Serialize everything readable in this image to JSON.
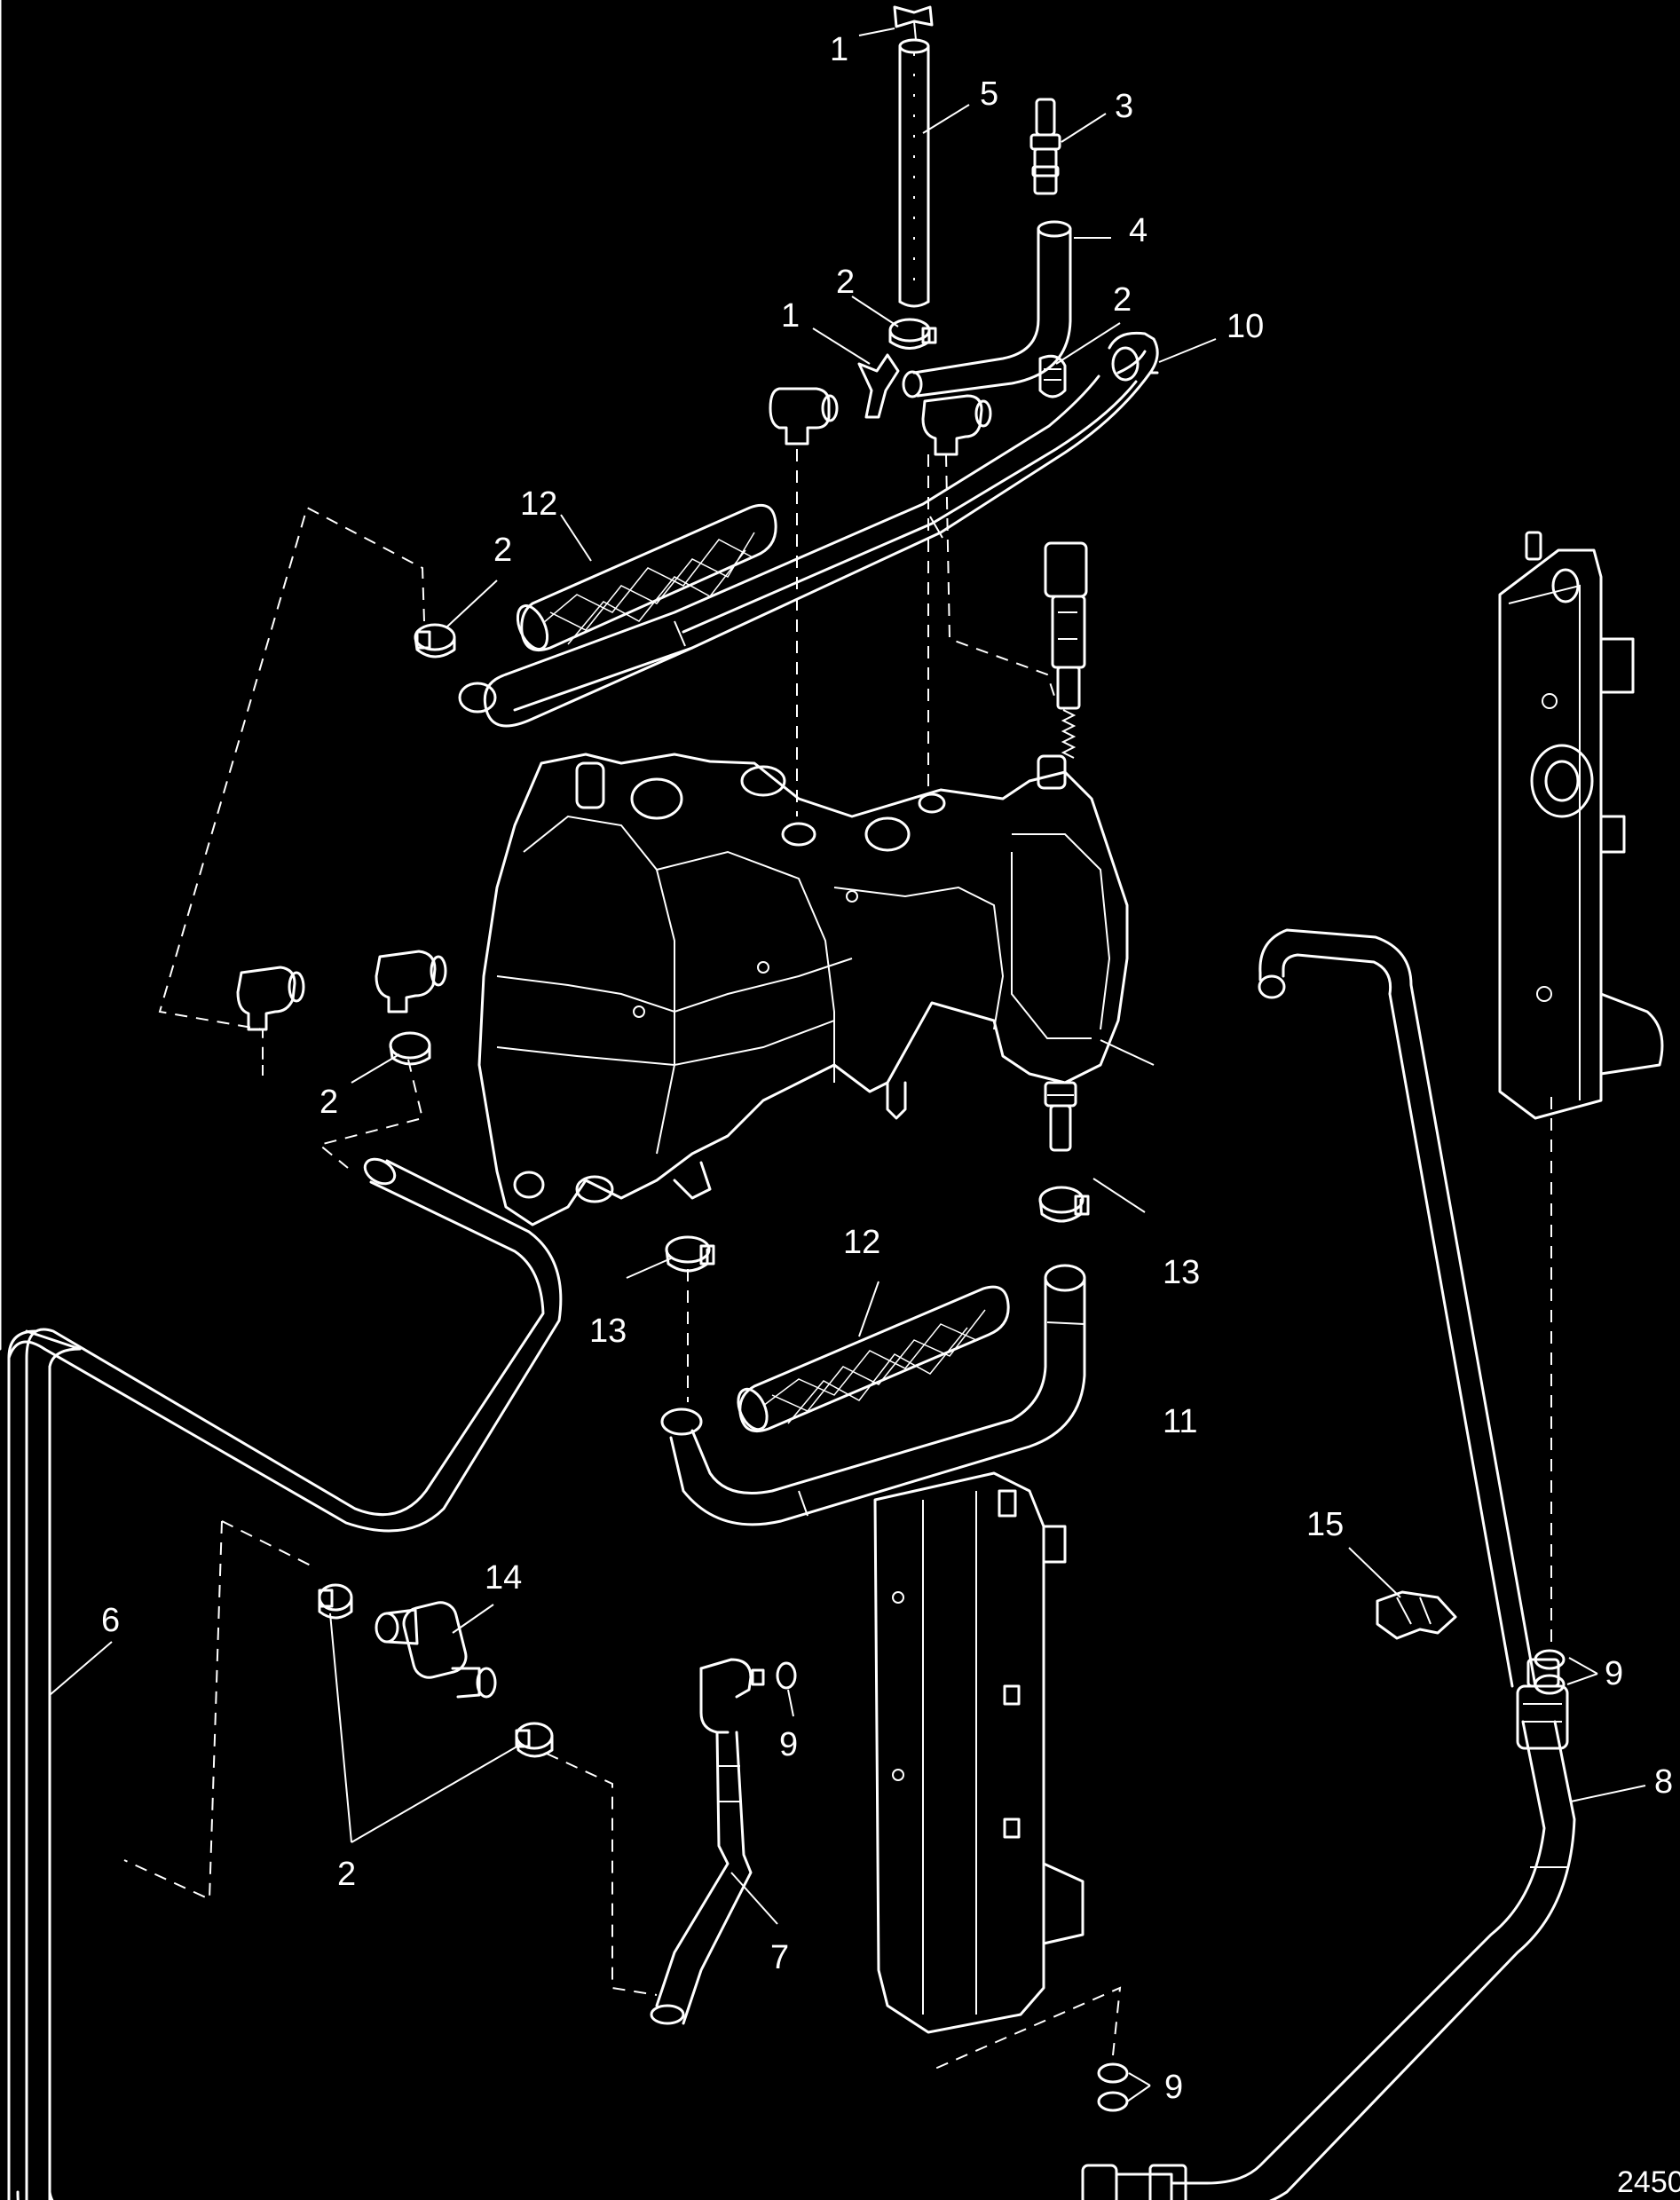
{
  "figure": {
    "number": "2450",
    "background": "#000000",
    "ink": "#ffffff"
  },
  "callouts": [
    {
      "id": "c1a",
      "label": "1"
    },
    {
      "id": "c5",
      "label": "5"
    },
    {
      "id": "c3",
      "label": "3"
    },
    {
      "id": "c4",
      "label": "4"
    },
    {
      "id": "c2a",
      "label": "2"
    },
    {
      "id": "c1b",
      "label": "1"
    },
    {
      "id": "c2b",
      "label": "2"
    },
    {
      "id": "c10",
      "label": "10"
    },
    {
      "id": "c12a",
      "label": "12"
    },
    {
      "id": "c2c",
      "label": "2"
    },
    {
      "id": "c2d",
      "label": "2"
    },
    {
      "id": "c13a",
      "label": "13"
    },
    {
      "id": "c12b",
      "label": "12"
    },
    {
      "id": "c13b",
      "label": "13"
    },
    {
      "id": "c11",
      "label": "11"
    },
    {
      "id": "c15",
      "label": "15"
    },
    {
      "id": "c14",
      "label": "14"
    },
    {
      "id": "c6",
      "label": "6"
    },
    {
      "id": "c9a",
      "label": "9"
    },
    {
      "id": "c9b",
      "label": "9"
    },
    {
      "id": "c8",
      "label": "8"
    },
    {
      "id": "c2e",
      "label": "2"
    },
    {
      "id": "c7",
      "label": "7"
    },
    {
      "id": "c9c",
      "label": "9"
    }
  ]
}
